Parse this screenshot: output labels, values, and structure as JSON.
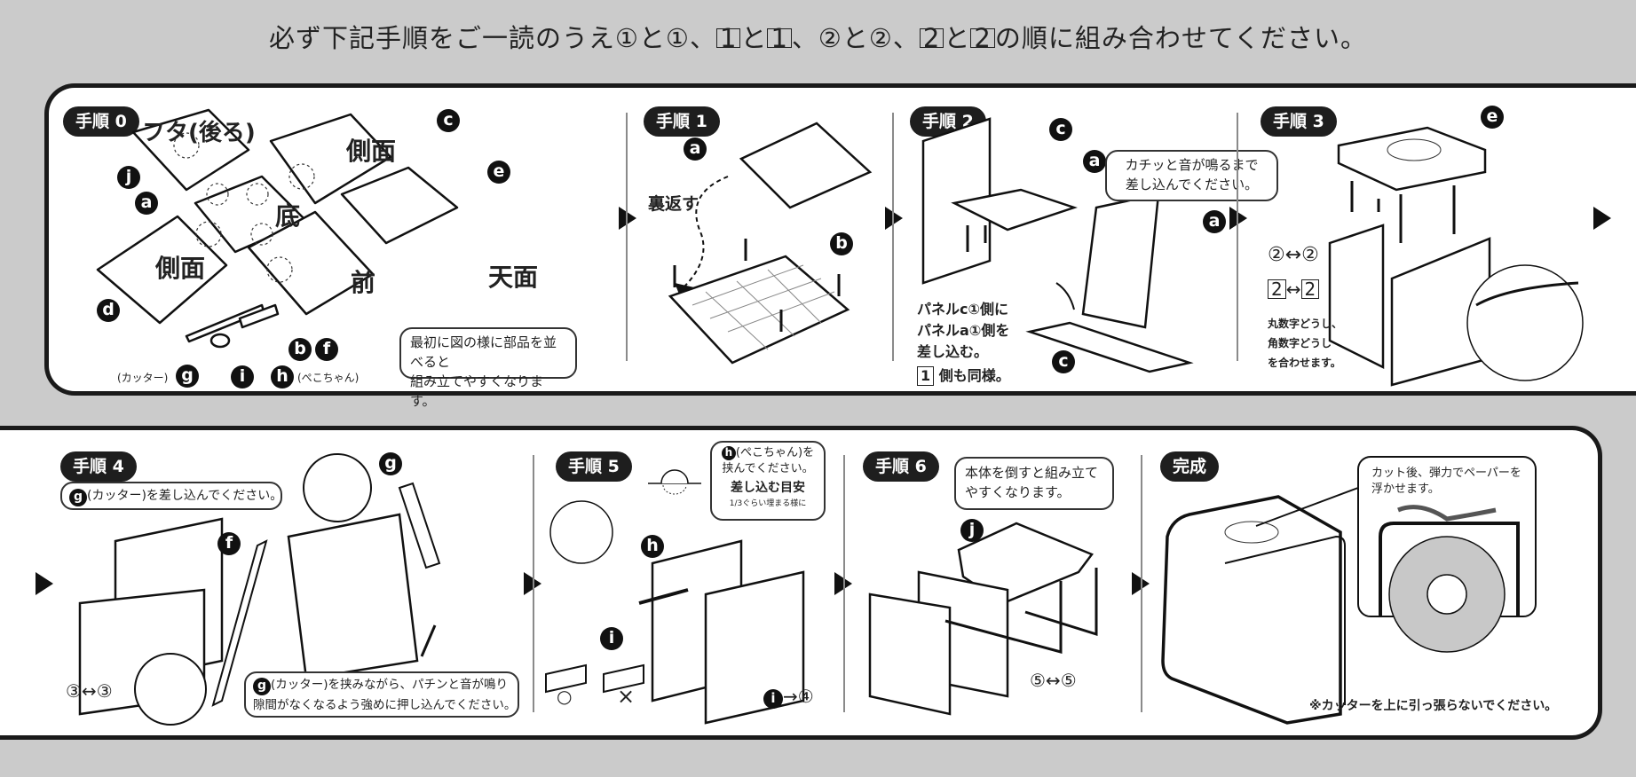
{
  "heading": "必ず下記手順をご一読のうえ①と①、1と1、②と②、2と2の順に組み合わせてください。",
  "heading_parts": {
    "lead": "必ず下記手順をご一読のうえ①と①、",
    "sq1a": "1",
    "and1": "と",
    "sq1b": "1",
    "mid": "、②と②、",
    "sq2a": "2",
    "and2": "と",
    "sq2b": "2",
    "tail": "の順に組み合わせてください。"
  },
  "steps": {
    "step0": {
      "badge": "手順 0",
      "labels": {
        "lid": "フタ(後ろ)",
        "side_c": "側面",
        "bottom": "底",
        "side_d": "側面",
        "front": "前",
        "top": "天面"
      },
      "parts": {
        "a": "a",
        "b": "b",
        "c": "c",
        "d": "d",
        "e": "e",
        "f": "f",
        "g": "g",
        "h": "h",
        "i": "i",
        "j": "j"
      },
      "g_name": "(カッター)",
      "h_name": "(ぺこちゃん)",
      "note_line1": "最初に図の様に部品を並べると",
      "note_line2": "組み立てやすくなります。"
    },
    "step1": {
      "badge": "手順 1",
      "flip_label": "裏返す",
      "parts": {
        "a": "a",
        "b": "b"
      }
    },
    "step2": {
      "badge": "手順 2",
      "parts": {
        "a": "a",
        "c": "c"
      },
      "instruction_line1": "パネルc①側に",
      "instruction_line2": "パネルa①側を",
      "instruction_line3": "差し込む。",
      "same_num": "1",
      "same_text": "側も同様。",
      "note_line1": "カチッと音が鳴るまで",
      "note_line2": "差し込んでください。"
    },
    "step3": {
      "badge": "手順 3",
      "parts": {
        "e": "e"
      },
      "match_circle": "②↔②",
      "match_square_a": "2",
      "match_square_b": "2",
      "hint_line1": "丸数字どうし、",
      "hint_line2": "角数字どうし",
      "hint_line3": "を合わせます。"
    },
    "step4": {
      "badge": "手順 4",
      "parts": {
        "f": "f",
        "g": "g"
      },
      "note_top": "(カッター)を差し込んでください。",
      "match": "③↔③",
      "note_bottom_line1": "(カッター)を挟みながら、パチンと音が鳴り",
      "note_bottom_line2": "隙間がなくなるよう強めに押し込んでください。"
    },
    "step5": {
      "badge": "手順 5",
      "parts": {
        "h": "h",
        "i": "i"
      },
      "note_line1": "(ぺこちゃん)を",
      "note_line2": "挟んでください。",
      "note_title": "差し込む目安",
      "note_small": "1/3ぐらい埋まる様に",
      "ok_mark": "○",
      "ng_mark": "×",
      "i_to": "→④"
    },
    "step6": {
      "badge": "手順 6",
      "parts": {
        "j": "j"
      },
      "note_line1": "本体を倒すと組み立て",
      "note_line2": "やすくなります。",
      "match": "⑤↔⑤"
    },
    "complete": {
      "badge": "完成",
      "callout_line1": "カット後、弾力でペーパーを",
      "callout_line2": "浮かせます。",
      "warning": "※カッターを上に引っ張らないでください。"
    }
  },
  "colors": {
    "background": "#cbcbcb",
    "panel": "#ffffff",
    "ink": "#1a1a1a",
    "roll": "#c8c8c8"
  }
}
